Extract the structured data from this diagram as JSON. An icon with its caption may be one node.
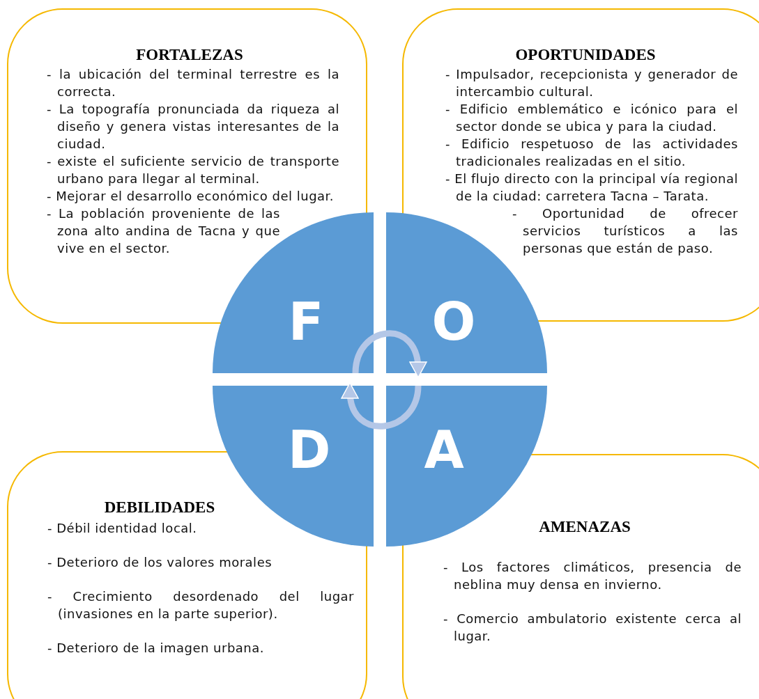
{
  "diagram": {
    "nodes": [
      {
        "text": [
          "FORTALEZAS",
          "- la ubicación del terminal terrestre es la correcta.",
          "- La topografía pronunciada da riqueza al diseño y genera vistas interesantes de la ciudad.",
          "- existe el suficiente servicio de transporte urbano para llegar al terminal.",
          "- Mejorar el desarrollo económico del lugar.",
          "- La población proveniente de las zona alto andina de Tacna y que vive en el sector."
        ]
      },
      {
        "text": [
          "OPORTUNIDADES",
          "- Impulsador, recepcionista y generador de intercambio cultural.",
          "- Edificio emblemático e icónico para el sector donde se ubica y para la ciudad.",
          "- Edificio respetuoso de las actividades tradicionales realizadas en el sitio.",
          "- El flujo directo con la principal vía regional de la ciudad: carretera Tacna – Tarata.",
          "- Oportunidad de ofrecer servicios turísticos a las personas que están de paso."
        ]
      },
      {
        "text": [
          "DEBILIDADES",
          "- Débil identidad local.",
          "- Deterioro de los valores morales",
          "- Crecimiento desordenado del lugar (invasiones en la parte superior).",
          "- Deterioro de la imagen urbana."
        ]
      },
      {
        "text": [
          "AMENAZAS",
          "- Los factores climáticos, presencia de neblina muy densa en invierno.",
          "- Comercio ambulatorio existente cerca al lugar."
        ]
      },
      {
        "text": [
          "F"
        ]
      },
      {
        "text": [
          "O"
        ]
      },
      {
        "text": [
          "D"
        ]
      },
      {
        "text": [
          "A"
        ]
      }
    ],
    "edges": [
      {
        "from": 4,
        "to": 5,
        "arrow": "to"
      },
      {
        "from": 7,
        "to": 6,
        "arrow": "to"
      }
    ]
  }
}
